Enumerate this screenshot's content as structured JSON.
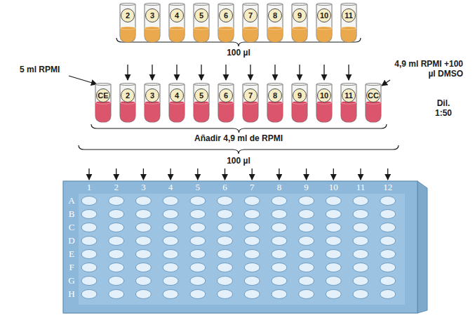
{
  "diagram": {
    "nodes": [
      {
        "text": [
          "2"
        ]
      },
      {
        "text": [
          "3"
        ]
      },
      {
        "text": [
          "4"
        ]
      },
      {
        "text": [
          "5"
        ]
      },
      {
        "text": [
          "6"
        ]
      },
      {
        "text": [
          "7"
        ]
      },
      {
        "text": [
          "8"
        ]
      },
      {
        "text": [
          "9"
        ]
      },
      {
        "text": [
          "10"
        ]
      },
      {
        "text": [
          "11"
        ]
      },
      {
        "text": [
          "CE"
        ]
      },
      {
        "text": [
          "2"
        ]
      },
      {
        "text": [
          "3"
        ]
      },
      {
        "text": [
          "4"
        ]
      },
      {
        "text": [
          "5"
        ]
      },
      {
        "text": [
          "6"
        ]
      },
      {
        "text": [
          "7"
        ]
      },
      {
        "text": [
          "8"
        ]
      },
      {
        "text": [
          "9"
        ]
      },
      {
        "text": [
          "10"
        ]
      },
      {
        "text": [
          "11"
        ]
      },
      {
        "text": [
          "CC"
        ]
      },
      {
        "text": [
          "1",
          "2",
          "3",
          "4",
          "5",
          "6",
          "7",
          "8",
          "9",
          "10",
          "11",
          "12",
          "A",
          "B",
          "C",
          "D",
          "E",
          "F",
          "G",
          "H"
        ]
      }
    ],
    "labels": [
      "100 µl",
      "5 ml RPMI",
      "4,9 ml RPMI +100 µl DMSO",
      "Dil. 1:50",
      "Añadir 4,9 ml de RPMI",
      "100 µl"
    ]
  }
}
